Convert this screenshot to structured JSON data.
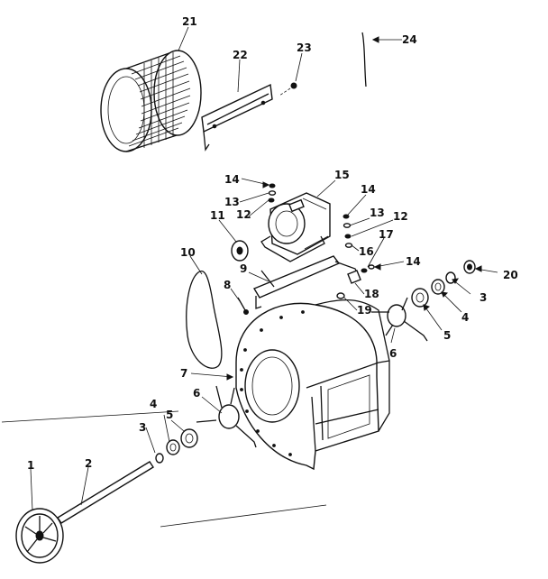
{
  "callouts": [
    {
      "id": "c-21",
      "text": "21"
    },
    {
      "id": "c-22",
      "text": "22"
    },
    {
      "id": "c-23",
      "text": "23"
    },
    {
      "id": "c-24",
      "text": "24"
    },
    {
      "id": "c-15",
      "text": "15"
    },
    {
      "id": "c-14a",
      "text": "14"
    },
    {
      "id": "c-13a",
      "text": "13"
    },
    {
      "id": "c-12a",
      "text": "12"
    },
    {
      "id": "c-11",
      "text": "11"
    },
    {
      "id": "c-14b",
      "text": "14"
    },
    {
      "id": "c-13b",
      "text": "13"
    },
    {
      "id": "c-12b",
      "text": "12"
    },
    {
      "id": "c-16",
      "text": "16"
    },
    {
      "id": "c-17",
      "text": "17"
    },
    {
      "id": "c-14c",
      "text": "14"
    },
    {
      "id": "c-10",
      "text": "10"
    },
    {
      "id": "c-9",
      "text": "9"
    },
    {
      "id": "c-8",
      "text": "8"
    },
    {
      "id": "c-18",
      "text": "18"
    },
    {
      "id": "c-19",
      "text": "19"
    },
    {
      "id": "c-20",
      "text": "20"
    },
    {
      "id": "c-3a",
      "text": "3"
    },
    {
      "id": "c-4a",
      "text": "4"
    },
    {
      "id": "c-5a",
      "text": "5"
    },
    {
      "id": "c-6a",
      "text": "6"
    },
    {
      "id": "c-7",
      "text": "7"
    },
    {
      "id": "c-6b",
      "text": "6"
    },
    {
      "id": "c-4b",
      "text": "4"
    },
    {
      "id": "c-5b",
      "text": "5"
    },
    {
      "id": "c-3b",
      "text": "3"
    },
    {
      "id": "c-1",
      "text": "1"
    },
    {
      "id": "c-2",
      "text": "2"
    }
  ]
}
